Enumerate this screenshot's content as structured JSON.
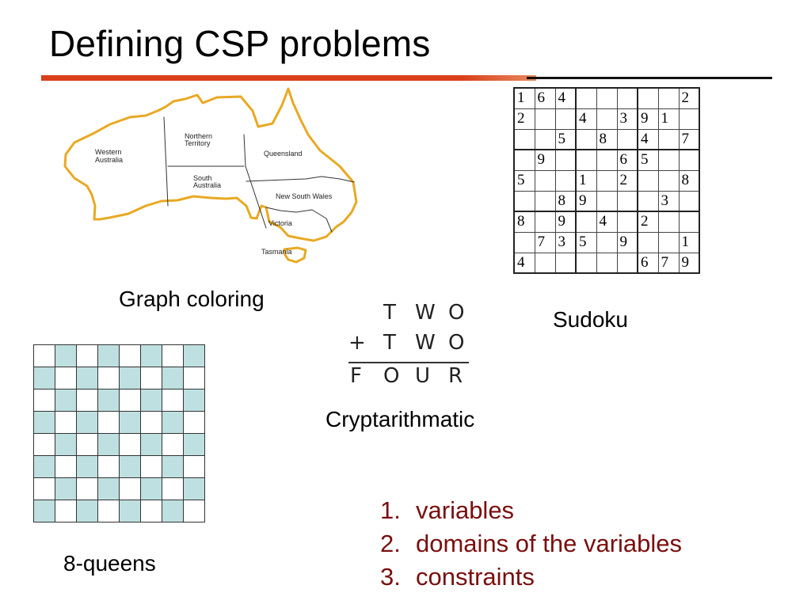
{
  "slide": {
    "title": "Defining CSP problems"
  },
  "graph_coloring": {
    "caption": "Graph coloring",
    "regions": [
      {
        "id": "western-australia",
        "label": [
          "Western",
          "Australia"
        ]
      },
      {
        "id": "northern-territory",
        "label": [
          "Northern",
          "Territory"
        ]
      },
      {
        "id": "queensland",
        "label": [
          "Queensland"
        ]
      },
      {
        "id": "south-australia",
        "label": [
          "South",
          "Australia"
        ]
      },
      {
        "id": "new-south-wales",
        "label": [
          "New South Wales"
        ]
      },
      {
        "id": "victoria",
        "label": [
          "Victoria"
        ]
      },
      {
        "id": "tasmania",
        "label": [
          "Tasmania"
        ]
      }
    ],
    "outline_color": "#e8a923"
  },
  "sudoku": {
    "caption": "Sudoku",
    "grid": [
      [
        "1",
        "6",
        "4",
        "",
        "",
        "",
        "",
        "",
        "2"
      ],
      [
        "2",
        "",
        "",
        "4",
        "",
        "3",
        "9",
        "1",
        ""
      ],
      [
        "",
        "",
        "5",
        "",
        "8",
        "",
        "4",
        "",
        "7"
      ],
      [
        "",
        "9",
        "",
        "",
        "",
        "6",
        "5",
        "",
        ""
      ],
      [
        "5",
        "",
        "",
        "1",
        "",
        "2",
        "",
        "",
        "8"
      ],
      [
        "",
        "",
        "8",
        "9",
        "",
        "",
        "",
        "3",
        ""
      ],
      [
        "8",
        "",
        "9",
        "",
        "4",
        "",
        "2",
        "",
        ""
      ],
      [
        "",
        "7",
        "3",
        "5",
        "",
        "9",
        "",
        "",
        "1"
      ],
      [
        "4",
        "",
        "",
        "",
        "",
        "",
        "6",
        "7",
        "9"
      ]
    ]
  },
  "cryptarithmetic": {
    "caption": "Cryptarithmatic",
    "rows": [
      [
        "",
        "T",
        "W",
        "O"
      ],
      [
        "+",
        "T",
        "W",
        "O"
      ],
      [
        "F",
        "O",
        "U",
        "R"
      ]
    ]
  },
  "queens": {
    "caption": "8-queens",
    "size": 8,
    "shade_color": "#bfe0e0",
    "light_color": "#ffffff"
  },
  "steps": [
    {
      "number": "1.",
      "text": "variables"
    },
    {
      "number": "2.",
      "text": "domains of the variables"
    },
    {
      "number": "3.",
      "text": "constraints"
    }
  ]
}
